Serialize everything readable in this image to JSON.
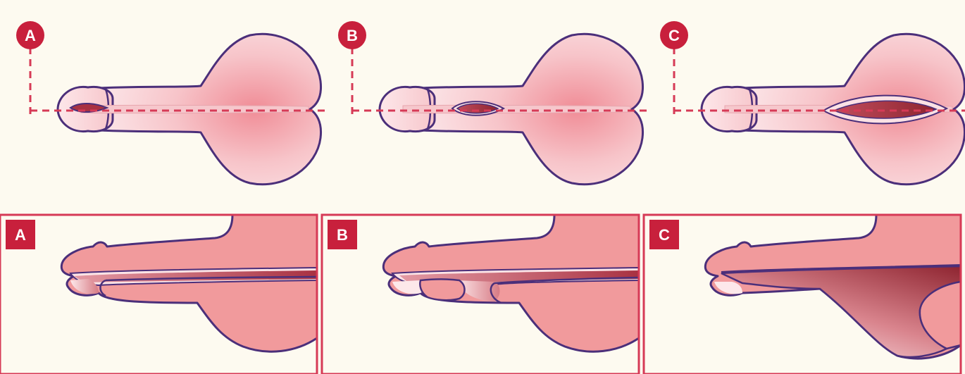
{
  "colors": {
    "background": "#fdfaf0",
    "outline": "#4b2f7a",
    "dashed_line": "#d63a56",
    "label_badge": "#c8203c",
    "tissue_light": "#fbe1e4",
    "tissue_mid": "#f2a3aa",
    "tissue_side": "#f19a9c",
    "channel_dark": "#8e2430"
  },
  "top_row": {
    "panels": [
      {
        "label": "A"
      },
      {
        "label": "B"
      },
      {
        "label": "C"
      }
    ]
  },
  "bottom_row": {
    "panels": [
      {
        "label": "A"
      },
      {
        "label": "B"
      },
      {
        "label": "C"
      }
    ]
  }
}
